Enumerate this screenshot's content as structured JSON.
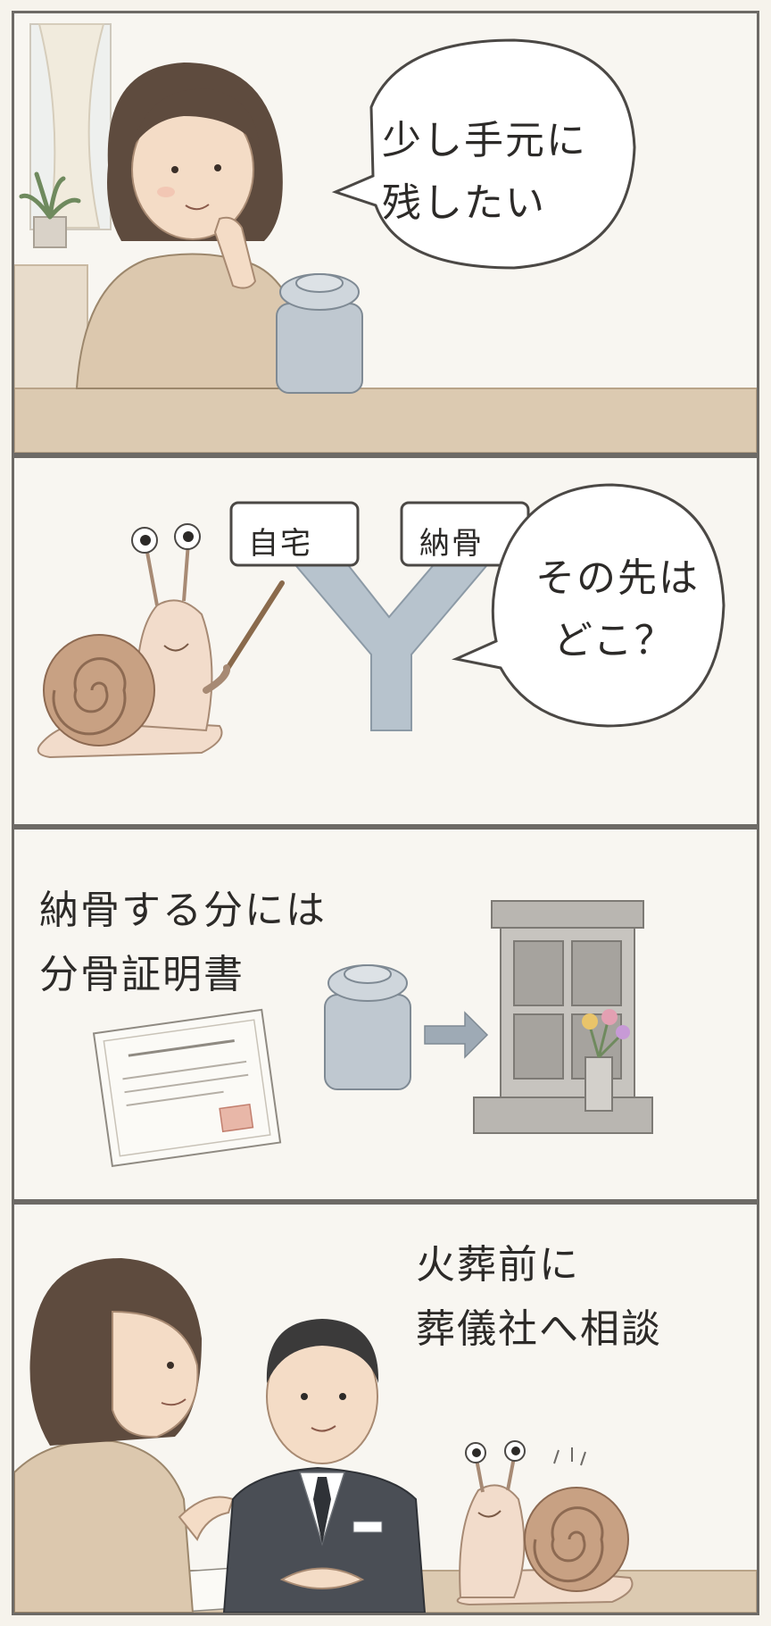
{
  "panels": [
    {
      "speech": {
        "line1": "少し手元に",
        "line2": "残したい"
      }
    },
    {
      "labels": {
        "left": "自宅",
        "right": "納骨"
      },
      "speech": {
        "line1": "その先は",
        "line2": "どこ？"
      }
    },
    {
      "caption": {
        "line1": "納骨する分には",
        "line2": "分骨証明書"
      }
    },
    {
      "caption": {
        "line1": "火葬前に",
        "line2": "葬儀社へ相談"
      }
    }
  ],
  "colors": {
    "border": "#6d6a66",
    "text": "#2c2a28",
    "skin": "#f3d9c2",
    "hair": "#5c4a3d",
    "sweater": "#d9c6ad",
    "urn": "#b9c3cc",
    "signpost": "#b7c3cd",
    "suit": "#4a4e55"
  }
}
